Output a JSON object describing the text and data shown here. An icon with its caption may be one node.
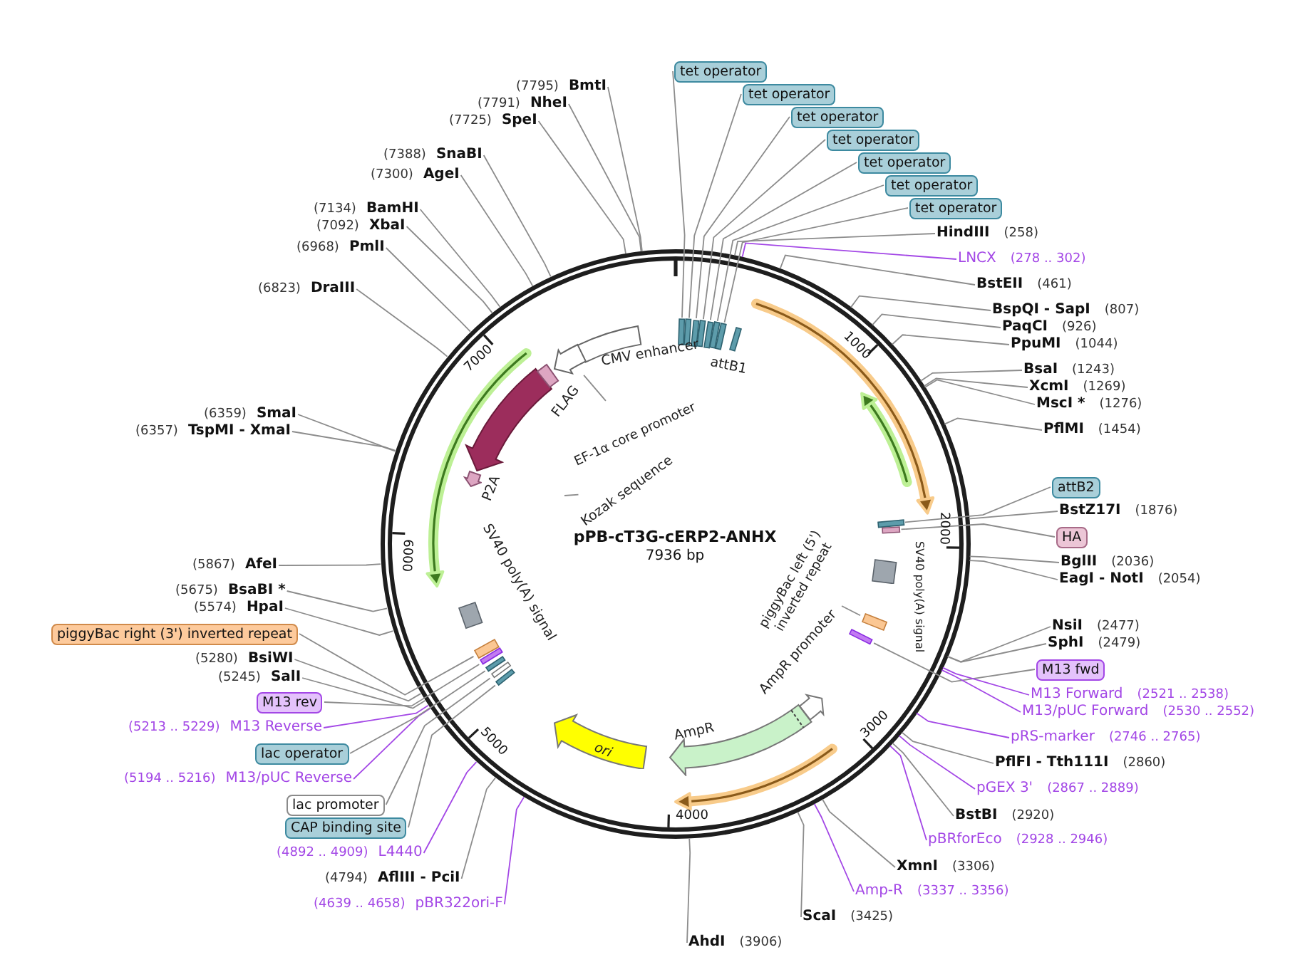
{
  "diagram": {
    "nodes": [
      {
        "text": [
          "pPB-cT3G-cERP2-ANHX",
          "7936 bp"
        ]
      },
      {
        "text": [],
        "shape": "box",
        "in": 0
      },
      {
        "text": [],
        "shape": "box",
        "in": 0
      },
      {
        "text": [],
        "shape": "box",
        "in": 0
      },
      {
        "text": [],
        "shape": "box",
        "in": 0
      },
      {
        "text": [],
        "shape": "box",
        "in": 0
      },
      {
        "text": [],
        "shape": "box",
        "in": 0
      },
      {
        "text": [],
        "shape": "box",
        "in": 0
      },
      {
        "text": [],
        "shape": "box",
        "beside": [
          "attB1"
        ],
        "in": 0
      },
      {
        "text": [],
        "shape": "box",
        "in": 0
      },
      {
        "text": [],
        "shape": "box",
        "in": 0
      },
      {
        "text": [],
        "shape": "box",
        "beside": [
          "SV40 poly(A) signal"
        ],
        "in": 0
      },
      {
        "text": [
          "piggyBac left (5') inverted repeat"
        ],
        "in": 0
      },
      {
        "text": [],
        "shape": "box",
        "in": 0
      },
      {
        "text": [],
        "shape": "arrow",
        "beside": [
          "AmpR promoter"
        ],
        "in": 0
      },
      {
        "text": [],
        "shape": "arrow",
        "beside": [
          "AmpR"
        ],
        "in": 0
      },
      {
        "text": [
          "ori"
        ],
        "in": 0
      },
      {
        "text": [],
        "shape": "box",
        "in": 0
      },
      {
        "text": [],
        "shape": "box",
        "in": 0
      },
      {
        "text": [],
        "shape": "box",
        "in": 0
      },
      {
        "text": [],
        "shape": "box",
        "in": 0
      },
      {
        "text": [],
        "shape": "box",
        "in": 0
      },
      {
        "text": [],
        "shape": "box",
        "beside": [
          "SV40 poly(A) signal"
        ],
        "in": 0
      },
      {
        "text": [],
        "shape": "arrow",
        "beside": [
          "P2A"
        ],
        "in": 0
      },
      {
        "text": [],
        "shape": "arrow",
        "in": 0
      },
      {
        "text": [],
        "shape": "box",
        "beside": [
          "FLAG"
        ],
        "in": 0
      },
      {
        "text": [
          "EF-1α core promoter"
        ],
        "in": 0
      },
      {
        "text": [],
        "shape": "box",
        "beside": [
          "CMV enhancer"
        ],
        "in": 0
      },
      {
        "text": [
          "Kozak sequence"
        ],
        "in": 0
      },
      {
        "text": [
          "tet operator"
        ]
      },
      {
        "text": [
          "tet operator"
        ]
      },
      {
        "text": [
          "tet operator"
        ]
      },
      {
        "text": [
          "tet operator"
        ]
      },
      {
        "text": [
          "tet operator"
        ]
      },
      {
        "text": [
          "tet operator"
        ]
      },
      {
        "text": [
          "tet operator"
        ]
      },
      {
        "text": [
          "HindIII",
          "(258)"
        ]
      },
      {
        "text": [
          "LNCX",
          "(278 .. 302)"
        ]
      },
      {
        "text": [
          "BstEII",
          "(461)"
        ]
      },
      {
        "text": [
          "BspQI - SapI",
          "(807)"
        ]
      },
      {
        "text": [
          "PaqCI",
          "(926)"
        ]
      },
      {
        "text": [
          "PpuMI",
          "(1044)"
        ]
      },
      {
        "text": [
          "BsaI",
          "(1243)"
        ]
      },
      {
        "text": [
          "XcmI",
          "(1269)"
        ]
      },
      {
        "text": [
          "MscI *",
          "(1276)"
        ]
      },
      {
        "text": [
          "PflMI",
          "(1454)"
        ]
      },
      {
        "text": [
          "attB2"
        ]
      },
      {
        "text": [
          "BstZ17I",
          "(1876)"
        ]
      },
      {
        "text": [
          "HA"
        ]
      },
      {
        "text": [
          "BglII",
          "(2036)"
        ]
      },
      {
        "text": [
          "EagI - NotI",
          "(2054)"
        ]
      },
      {
        "text": [
          "NsiI",
          "(2477)"
        ]
      },
      {
        "text": [
          "SphI",
          "(2479)"
        ]
      },
      {
        "text": [
          "M13 fwd"
        ]
      },
      {
        "text": [
          "M13 Forward",
          "(2521 .. 2538)"
        ]
      },
      {
        "text": [
          "M13/pUC Forward",
          "(2530 .. 2552)"
        ]
      },
      {
        "text": [
          "pRS-marker",
          "(2746 .. 2765)"
        ]
      },
      {
        "text": [
          "PflFI - Tth111I",
          "(2860)"
        ]
      },
      {
        "text": [
          "pGEX 3'",
          "(2867 .. 2889)"
        ]
      },
      {
        "text": [
          "BstBI",
          "(2920)"
        ]
      },
      {
        "text": [
          "pBRforEco",
          "(2928 .. 2946)"
        ]
      },
      {
        "text": [
          "XmnI",
          "(3306)"
        ]
      },
      {
        "text": [
          "Amp-R",
          "(3337 .. 3356)"
        ]
      },
      {
        "text": [
          "ScaI",
          "(3425)"
        ]
      },
      {
        "text": [
          "AhdI",
          "(3906)"
        ]
      },
      {
        "text": [
          "(4639 .. 4658)",
          "pBR322ori-F"
        ]
      },
      {
        "text": [
          "(4794)",
          "AflIII - PciI"
        ]
      },
      {
        "text": [
          "(4892 .. 4909)",
          "L4440"
        ]
      },
      {
        "text": [
          "CAP binding site"
        ]
      },
      {
        "text": [
          "lac promoter"
        ]
      },
      {
        "text": [
          "(5194 .. 5216)",
          "M13/pUC Reverse"
        ]
      },
      {
        "text": [
          "lac operator"
        ]
      },
      {
        "text": [
          "(5213 .. 5229)",
          "M13 Reverse"
        ]
      },
      {
        "text": [
          "M13 rev"
        ]
      },
      {
        "text": [
          "(5245)",
          "SalI"
        ]
      },
      {
        "text": [
          "(5280)",
          "BsiWI"
        ]
      },
      {
        "text": [
          "piggyBac right (3') inverted repeat"
        ]
      },
      {
        "text": [
          "(5574)",
          "HpaI"
        ]
      },
      {
        "text": [
          "(5675)",
          "BsaBI *"
        ]
      },
      {
        "text": [
          "(5867)",
          "AfeI"
        ]
      },
      {
        "text": [
          "(6357)",
          "TspMI - XmaI"
        ]
      },
      {
        "text": [
          "(6359)",
          "SmaI"
        ]
      },
      {
        "text": [
          "(6823)",
          "DraIII"
        ]
      },
      {
        "text": [
          "(6968)",
          "PmlI"
        ]
      },
      {
        "text": [
          "(7092)",
          "XbaI"
        ]
      },
      {
        "text": [
          "(7134)",
          "BamHI"
        ]
      },
      {
        "text": [
          "(7300)",
          "AgeI"
        ]
      },
      {
        "text": [
          "(7388)",
          "SnaBI"
        ]
      },
      {
        "text": [
          "(7725)",
          "SpeI"
        ]
      },
      {
        "text": [
          "(7791)",
          "NheI"
        ]
      },
      {
        "text": [
          "(7795)",
          "BmtI"
        ]
      },
      {
        "text": [],
        "shape": "box",
        "in": 0
      },
      {
        "text": [],
        "shape": "arrow",
        "in": 0
      }
    ],
    "edges": [
      {
        "from": 29,
        "to": 1,
        "arrow": "none"
      },
      {
        "from": 30,
        "to": 2,
        "arrow": "none"
      },
      {
        "from": 31,
        "to": 3,
        "arrow": "none"
      },
      {
        "from": 32,
        "to": 4,
        "arrow": "none"
      },
      {
        "from": 33,
        "to": 5,
        "arrow": "none"
      },
      {
        "from": 34,
        "to": 6,
        "arrow": "none"
      },
      {
        "from": 35,
        "to": 7,
        "arrow": "none"
      },
      {
        "from": 36,
        "to": 0,
        "arrow": "none"
      },
      {
        "from": 37,
        "to": 0,
        "arrow": "none",
        "color": "#a347e6"
      },
      {
        "from": 38,
        "to": 0,
        "arrow": "none"
      },
      {
        "from": 39,
        "to": 0,
        "arrow": "none"
      },
      {
        "from": 40,
        "to": 0,
        "arrow": "none"
      },
      {
        "from": 41,
        "to": 0,
        "arrow": "none"
      },
      {
        "from": 42,
        "to": 0,
        "arrow": "none"
      },
      {
        "from": 43,
        "to": 0,
        "arrow": "none"
      },
      {
        "from": 44,
        "to": 0,
        "arrow": "none"
      },
      {
        "from": 45,
        "to": 0,
        "arrow": "none"
      },
      {
        "from": 46,
        "to": 9,
        "arrow": "none"
      },
      {
        "from": 47,
        "to": 0,
        "arrow": "none"
      },
      {
        "from": 48,
        "to": 10,
        "arrow": "none"
      },
      {
        "from": 49,
        "to": 0,
        "arrow": "none"
      },
      {
        "from": 50,
        "to": 0,
        "arrow": "none"
      },
      {
        "from": 51,
        "to": 0,
        "arrow": "none"
      },
      {
        "from": 52,
        "to": 0,
        "arrow": "none"
      },
      {
        "from": 53,
        "to": 13,
        "arrow": "none"
      },
      {
        "from": 54,
        "to": 0,
        "arrow": "none",
        "color": "#a347e6"
      },
      {
        "from": 55,
        "to": 0,
        "arrow": "none",
        "color": "#a347e6"
      },
      {
        "from": 56,
        "to": 0,
        "arrow": "none",
        "color": "#a347e6"
      },
      {
        "from": 57,
        "to": 0,
        "arrow": "none"
      },
      {
        "from": 58,
        "to": 0,
        "arrow": "none",
        "color": "#a347e6"
      },
      {
        "from": 59,
        "to": 0,
        "arrow": "none"
      },
      {
        "from": 60,
        "to": 0,
        "arrow": "none",
        "color": "#a347e6"
      },
      {
        "from": 61,
        "to": 0,
        "arrow": "none"
      },
      {
        "from": 62,
        "to": 0,
        "arrow": "none",
        "color": "#a347e6"
      },
      {
        "from": 63,
        "to": 0,
        "arrow": "none"
      },
      {
        "from": 64,
        "to": 0,
        "arrow": "none"
      },
      {
        "from": 65,
        "to": 0,
        "arrow": "none",
        "color": "#a347e6"
      },
      {
        "from": 66,
        "to": 0,
        "arrow": "none"
      },
      {
        "from": 67,
        "to": 0,
        "arrow": "none",
        "color": "#a347e6"
      },
      {
        "from": 68,
        "to": 17,
        "arrow": "none"
      },
      {
        "from": 69,
        "to": 18,
        "arrow": "none"
      },
      {
        "from": 70,
        "to": 0,
        "arrow": "none",
        "color": "#a347e6"
      },
      {
        "from": 71,
        "to": 19,
        "arrow": "none"
      },
      {
        "from": 72,
        "to": 0,
        "arrow": "none",
        "color": "#a347e6"
      },
      {
        "from": 73,
        "to": 20,
        "arrow": "none"
      },
      {
        "from": 74,
        "to": 0,
        "arrow": "none"
      },
      {
        "from": 75,
        "to": 0,
        "arrow": "none"
      },
      {
        "from": 76,
        "to": 21,
        "arrow": "none"
      },
      {
        "from": 77,
        "to": 0,
        "arrow": "none"
      },
      {
        "from": 78,
        "to": 0,
        "arrow": "none"
      },
      {
        "from": 79,
        "to": 0,
        "arrow": "none"
      },
      {
        "from": 80,
        "to": 0,
        "arrow": "none"
      },
      {
        "from": 81,
        "to": 0,
        "arrow": "none"
      },
      {
        "from": 82,
        "to": 0,
        "arrow": "none"
      },
      {
        "from": 83,
        "to": 0,
        "arrow": "none"
      },
      {
        "from": 84,
        "to": 0,
        "arrow": "none"
      },
      {
        "from": 85,
        "to": 0,
        "arrow": "none"
      },
      {
        "from": 86,
        "to": 0,
        "arrow": "none"
      },
      {
        "from": 87,
        "to": 0,
        "arrow": "none"
      },
      {
        "from": 88,
        "to": 0,
        "arrow": "none"
      },
      {
        "from": 89,
        "to": 0,
        "arrow": "none"
      },
      {
        "from": 90,
        "to": 0,
        "arrow": "none"
      },
      {
        "from": 28,
        "to": null,
        "arrow": "none"
      },
      {
        "from": 12,
        "to": 91,
        "arrow": "none"
      },
      {
        "from": 26,
        "to": 92,
        "arrow": "none"
      }
    ],
    "labels": [
      "1000",
      "2000",
      "3000",
      "4000",
      "5000",
      "6000",
      "7000"
    ]
  }
}
